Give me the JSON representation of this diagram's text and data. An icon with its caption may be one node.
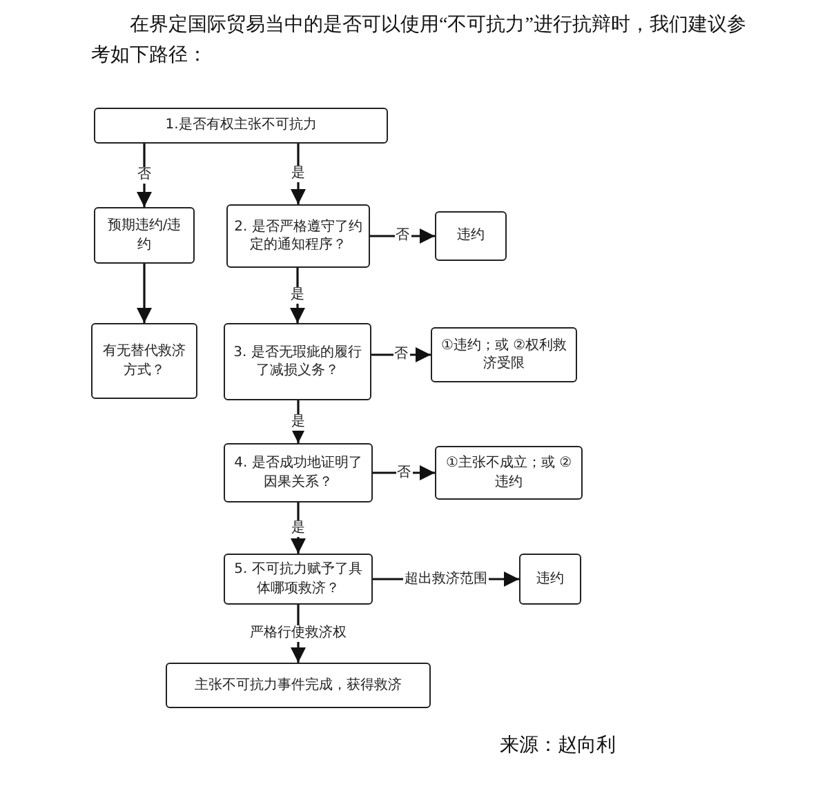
{
  "diagram": {
    "nodes": [
      {
        "text": [
          "1.是否有权主张不可抗力"
        ]
      },
      {
        "text": [
          "预期违约/违约"
        ]
      },
      {
        "text": [
          "2. 是否严格遵守了约定的通知程序？"
        ]
      },
      {
        "text": [
          "违约"
        ]
      },
      {
        "text": [
          "有无替代救济方式？"
        ]
      },
      {
        "text": [
          "3. 是否无瑕疵的履行了减损义务？"
        ]
      },
      {
        "text": [
          "①违约；或 ②权利救济受限"
        ]
      },
      {
        "text": [
          "4. 是否成功地证明了因果关系？"
        ]
      },
      {
        "text": [
          "①主张不成立；或 ②违约"
        ]
      },
      {
        "text": [
          "5. 不可抗力赋予了具体哪项救济？"
        ]
      },
      {
        "text": [
          "违约"
        ]
      },
      {
        "text": [
          "主张不可抗力事件完成，获得救济"
        ]
      }
    ],
    "edges": [
      {
        "from": 0,
        "to": 1,
        "arrow": "to",
        "label": "否"
      },
      {
        "from": 0,
        "to": 2,
        "arrow": "to",
        "label": "是"
      },
      {
        "from": 2,
        "to": 3,
        "arrow": "to",
        "label": "否"
      },
      {
        "from": 1,
        "to": 4,
        "arrow": "to"
      },
      {
        "from": 2,
        "to": 5,
        "arrow": "to",
        "label": "是"
      },
      {
        "from": 5,
        "to": 6,
        "arrow": "to",
        "label": "否"
      },
      {
        "from": 5,
        "to": 7,
        "arrow": "to",
        "label": "是"
      },
      {
        "from": 7,
        "to": 8,
        "arrow": "to",
        "label": "否"
      },
      {
        "from": 7,
        "to": 9,
        "arrow": "to",
        "label": "是"
      },
      {
        "from": 9,
        "to": 10,
        "arrow": "to",
        "label": "超出救济范围"
      },
      {
        "from": 9,
        "to": 11,
        "arrow": "to",
        "label": "严格行使救济权"
      }
    ],
    "labels": [
      "在界定国际贸易当中的是否可以使用“不可抗力”进行抗辩时，我们建议参考如下路径：",
      "来源：赵向利"
    ]
  }
}
